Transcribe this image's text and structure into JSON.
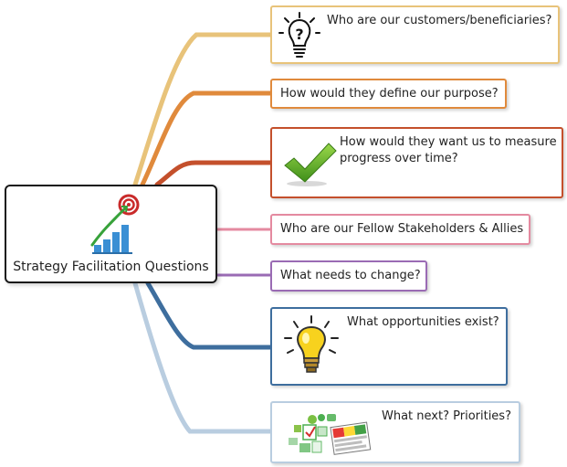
{
  "central_topic": {
    "label": "Strategy Facilitation Questions",
    "icon": "growth-chart-target-icon"
  },
  "branches": [
    {
      "label": "Who are our customers/beneficiaries?",
      "color": "#e8c37a",
      "icon": "lightbulb-question-icon"
    },
    {
      "label": "How would they define our purpose?",
      "color": "#e08a3c",
      "icon": null
    },
    {
      "label": "How would they want us to measure progress over time?",
      "color": "#c4502c",
      "icon": "green-checkmark-icon"
    },
    {
      "label": "Who are our Fellow Stakeholders & Allies",
      "color": "#e48aa0",
      "icon": null
    },
    {
      "label": "What needs to change?",
      "color": "#9a6bb4",
      "icon": null
    },
    {
      "label": "What opportunities exist?",
      "color": "#3e6e9e",
      "icon": "glowing-lightbulb-icon"
    },
    {
      "label": "What next? Priorities?",
      "color": "#b9cde0",
      "icon": "planning-collage-icon"
    }
  ]
}
